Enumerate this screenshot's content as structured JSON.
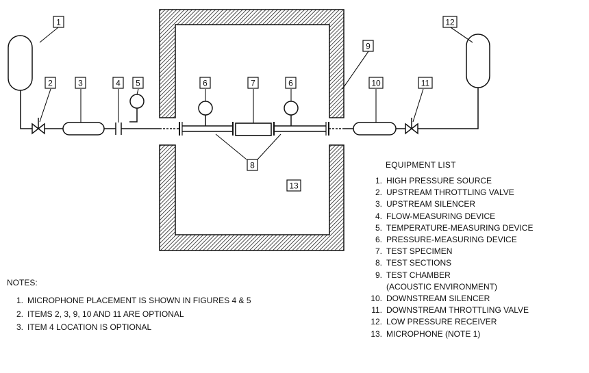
{
  "tags": {
    "t1": "1",
    "t2": "2",
    "t3": "3",
    "t4": "4",
    "t5": "5",
    "t6a": "6",
    "t6b": "6",
    "t7": "7",
    "t8": "8",
    "t9": "9",
    "t10": "10",
    "t11": "11",
    "t12": "12",
    "t13": "13"
  },
  "equipment_list": {
    "title": "EQUIPMENT LIST",
    "items": [
      {
        "num": "1.",
        "text": "HIGH PRESSURE SOURCE"
      },
      {
        "num": "2.",
        "text": "UPSTREAM THROTTLING VALVE"
      },
      {
        "num": "3.",
        "text": "UPSTREAM SILENCER"
      },
      {
        "num": "4.",
        "text": "FLOW-MEASURING DEVICE"
      },
      {
        "num": "5.",
        "text": "TEMPERATURE-MEASURING DEVICE"
      },
      {
        "num": "6.",
        "text": "PRESSURE-MEASURING DEVICE"
      },
      {
        "num": "7.",
        "text": "TEST SPECIMEN"
      },
      {
        "num": "8.",
        "text": "TEST SECTIONS"
      },
      {
        "num": "9.",
        "text": "TEST CHAMBER"
      },
      {
        "num": "",
        "text": "(ACOUSTIC ENVIRONMENT)"
      },
      {
        "num": "10.",
        "text": "DOWNSTREAM SILENCER"
      },
      {
        "num": "11.",
        "text": "DOWNSTREAM THROTTLING VALVE"
      },
      {
        "num": "12.",
        "text": "LOW PRESSURE RECEIVER"
      },
      {
        "num": "13.",
        "text": "MICROPHONE (NOTE 1)"
      }
    ]
  },
  "notes": {
    "title": "NOTES:",
    "items": [
      {
        "num": "1.",
        "text": "MICROPHONE PLACEMENT IS SHOWN IN FIGURES 4 & 5"
      },
      {
        "num": "2.",
        "text": "ITEMS 2, 3, 9, 10 AND 11 ARE OPTIONAL"
      },
      {
        "num": "3.",
        "text": "ITEM 4 LOCATION IS OPTIONAL"
      }
    ]
  }
}
